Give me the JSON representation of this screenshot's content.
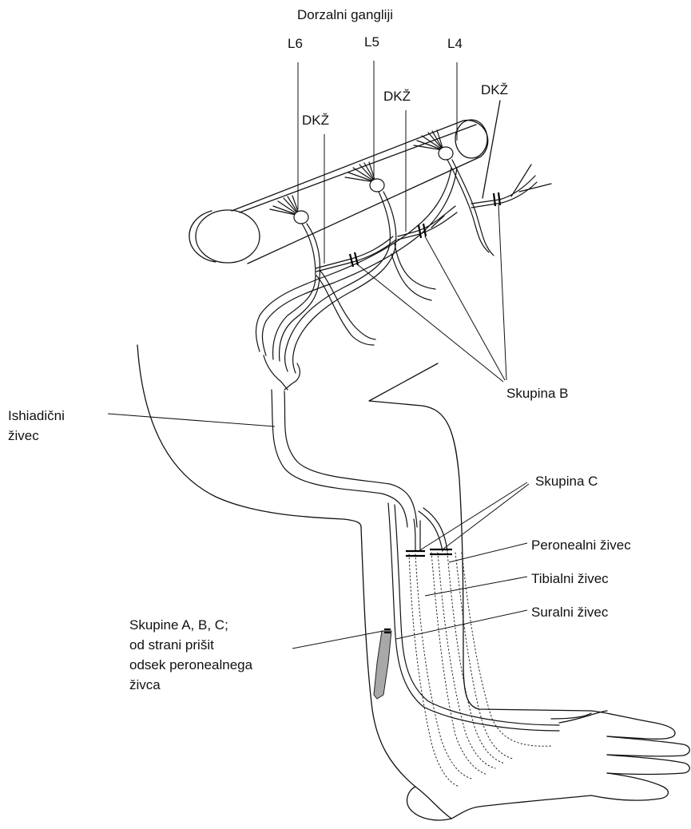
{
  "title": "Dorzalni gangliji",
  "segments": [
    "L6",
    "L5",
    "L4"
  ],
  "dkz_label": "DKŽ",
  "groups": {
    "b": "Skupina B",
    "c": "Skupina C"
  },
  "sciatic": [
    "Ishiadični",
    "živec"
  ],
  "graft_note": [
    "Skupine A, B, C;",
    "od strani prišit",
    "odsek peronealnega",
    "živca"
  ],
  "nerves": {
    "peroneal": "Peronealni živec",
    "tibial": "Tibialni živec",
    "sural": "Suralni živec"
  },
  "colors": {
    "line": "#111111",
    "graft": "#a8a8a8",
    "background": "#ffffff"
  }
}
